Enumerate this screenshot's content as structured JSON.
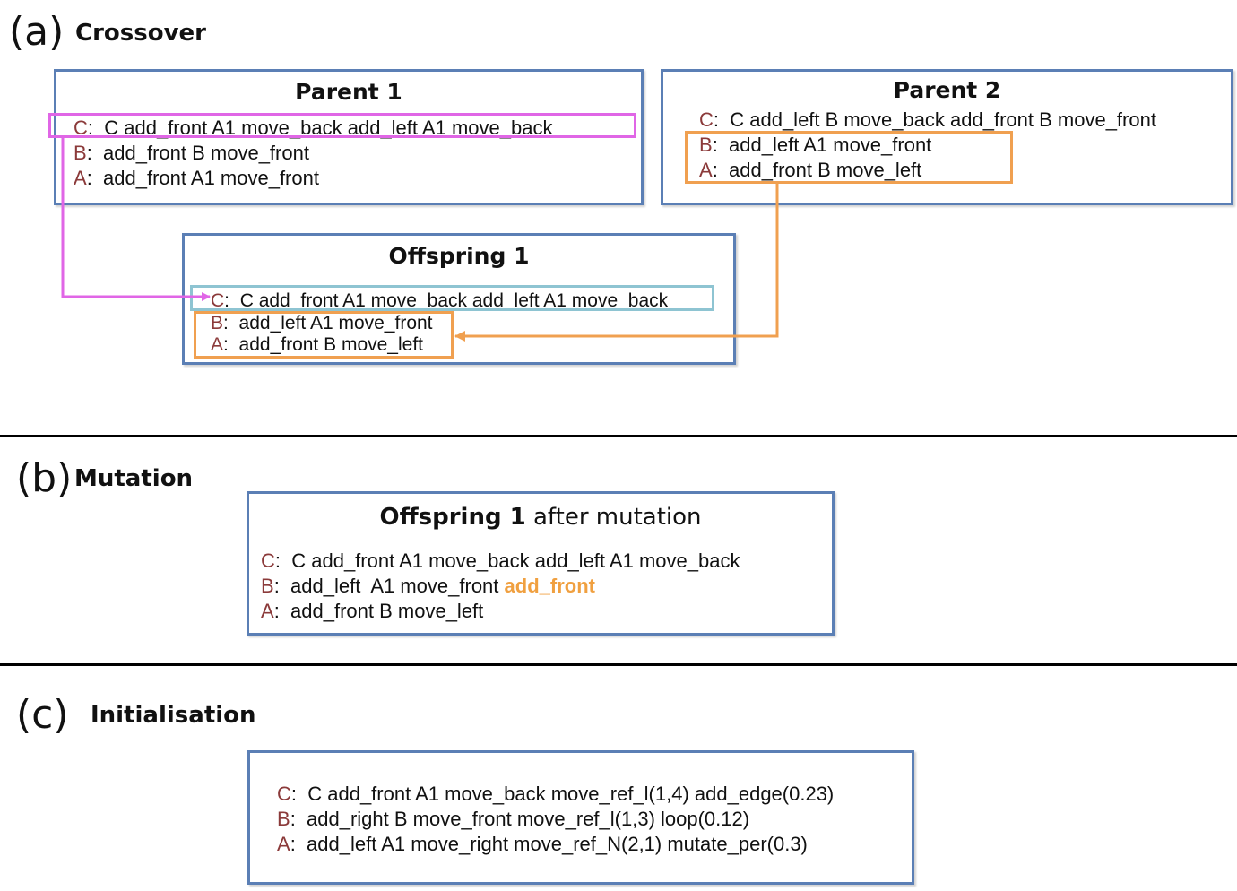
{
  "colors": {
    "box_border": "#5b7fb5",
    "letter": "#8b3a3a",
    "magenta": "#e066e6",
    "orange": "#f0a050",
    "teal": "#8ec4d2",
    "mutation": "#f0a040"
  },
  "sections": {
    "a": {
      "letter": "(a)",
      "title": "Crossover"
    },
    "b": {
      "letter": "(b)",
      "title": "Mutation"
    },
    "c": {
      "letter": "(c)",
      "title": "Initialisation"
    }
  },
  "parent1": {
    "title": "Parent 1",
    "rows": [
      {
        "letter": "C",
        "code": "C  add_front  A1 move_back  add_left  A1 move_back"
      },
      {
        "letter": "B",
        "code": "add_front  B move_front"
      },
      {
        "letter": "A",
        "code": "add_front  A1 move_front"
      }
    ]
  },
  "parent2": {
    "title": "Parent 2",
    "rows": [
      {
        "letter": "C",
        "code": "C  add_left  B move_back  add_front  B move_front"
      },
      {
        "letter": "B",
        "code": "add_left  A1 move_front"
      },
      {
        "letter": "A",
        "code": "add_front  B move_left"
      }
    ]
  },
  "offspring1": {
    "title": "Offspring 1",
    "rows": [
      {
        "letter": "C",
        "code": "C  add_front  A1 move_back  add_left  A1 move_back"
      },
      {
        "letter": "B",
        "code": "add_left  A1 move_front"
      },
      {
        "letter": "A",
        "code": "add_front  B move_left"
      }
    ]
  },
  "mutation": {
    "title_bold": "Offspring 1",
    "title_rest": " after mutation",
    "rows": [
      {
        "letter": "C",
        "code": "C  add_front  A1 move_back  add_left  A1 move_back"
      },
      {
        "letter": "B",
        "code": "add_left  A1 move_front ",
        "added": "add_front"
      },
      {
        "letter": "A",
        "code": "add_front B move_left"
      }
    ]
  },
  "init": {
    "rows": [
      {
        "letter": "C",
        "code": "C  add_front  A1 move_back move_ref_l(1,4) add_edge(0.23)"
      },
      {
        "letter": "B",
        "code": "add_right B move_front move_ref_l(1,3) loop(0.12)"
      },
      {
        "letter": "A",
        "code": "add_left  A1 move_right move_ref_N(2,1) mutate_per(0.3)"
      }
    ]
  }
}
